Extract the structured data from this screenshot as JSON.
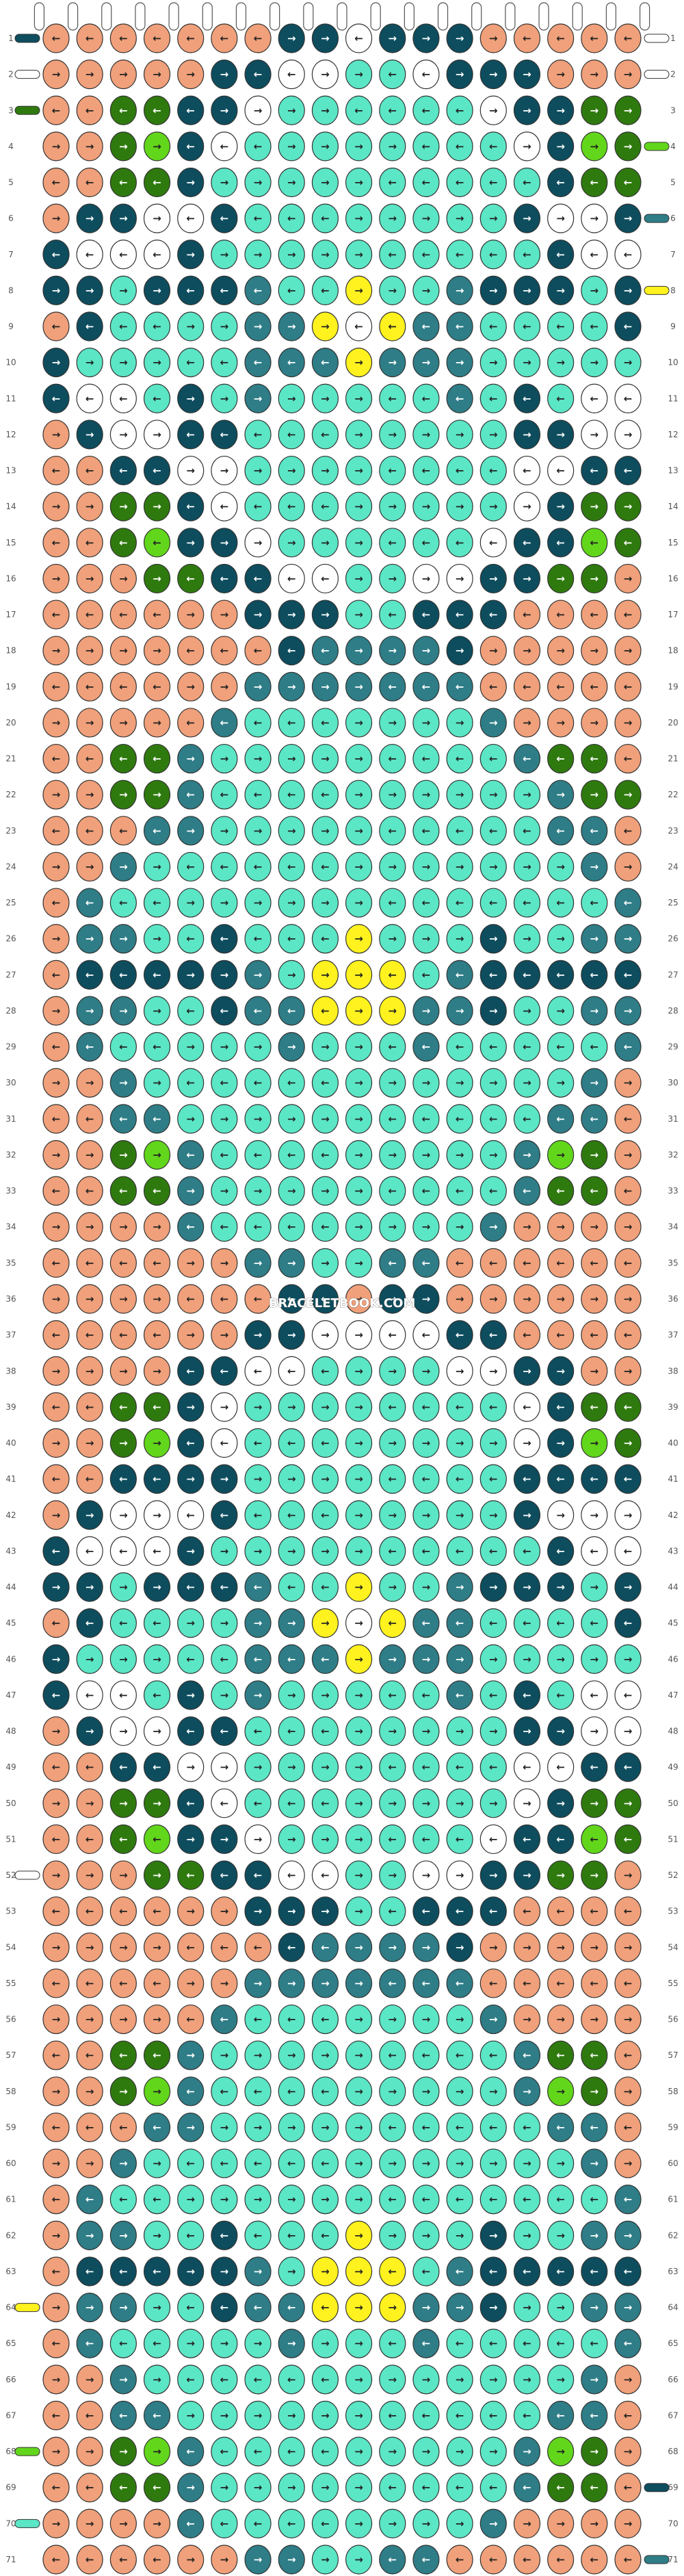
{
  "watermark": "BRACELETBOOK.COM",
  "pattern": {
    "rows": 71,
    "knots_per_row": 18,
    "colors": {
      "A": "#f0a07a",
      "B": "#0d4d5e",
      "C": "#2e7d87",
      "D": "#5be6c6",
      "E": "#ffffff",
      "F": "#2f7a0e",
      "G": "#62d61b",
      "H": "#fff21e"
    },
    "grid": [
      "AAAAAAABBEBBBAAAAA",
      "AAAAABBEEDDEBBBAAA",
      "AAFFBBEDDDDDDEBBFF",
      "AAFGBEDDDDDDDDEBGF",
      "AAFFBDDDDDDDDDDBFF",
      "ABBEEBDDDDDDDDBEEB",
      "BEEEBDDDDDDDDDDBEE",
      "BBDBBBCDDHDDCBBBDB",
      "ABDDDDCCHEHCCDDDDB",
      "BDDDDDCCCHCCCDDDDD",
      "BEEDBDCDDDDDCDBDEE",
      "ABEEBBDDDDDDDDBBEE",
      "AABBEEDDDDDDDDEEBB",
      "AAFFBEDDDDDDDDEBFF",
      "AAFGBBEDDDDDDEBBGF",
      "AAAFFBBEEDDEEBBFFA",
      "AAAAAABBBDDBBBAAAA",
      "AAAAAAABCCCCBAAAAA",
      "AAAAAACCCCCCCAAAAA",
      "AAAAACDDDDDDDCAAAA",
      "AAFFCDDDDDDDDDCFFA",
      "AAFFCDDDDDDDDDDCFF",
      "AAACCDDDDDDDDDDCCA",
      "AACDDDDDDDDDDDDDCA",
      "ACDDDDDDDDDDDDDDDC",
      "ACCDDBDDDHDDDBDDCC",
      "ABBBBBCDHHHDCBBBBB",
      "ACCDDBCCHHHCCBDDCC",
      "ACDDDDDCDDDCDDDDDC",
      "AACDDDDDDDDDDDDDCA",
      "AACCDDDDDDDDDDDCCA",
      "AAFGCDDDDDDDDDCGFA",
      "AAFFCDDDDDDDDDCFFA",
      "AAAACDDDDDDDDCAAAA",
      "AAAAAACCDDCCAAAAAA",
      "AAAAAAABBABBAAAAAA",
      "AAAAAABBEEEEBBAAAA",
      "AAAABBEEDDDDEEBBAA",
      "AAFFBEDDDDDDDDEBFF",
      "AAFGBEDDDDDDDDEBGF",
      "AABBBBDDDDDDDDBBBB",
      "ABEEEBDDDDDDDDBEEE",
      "BEEEBDDDDDDDDDDBEE",
      "BBDBBBCDDHDDCBBBDB",
      "ABDDDDCCHEHCCDDDDB",
      "BDDDDDCCCHCCCDDDDD",
      "BEEDBDCDDDDDCDBDEE",
      "ABEEBBDDDDDDDDBBEE",
      "AABBEEDDDDDDDDEEBB",
      "AAFFBEDDDDDDDDEBFF",
      "AAFGBBEDDDDDDEBBGF",
      "AAAFFBBEEDDEEBBFFA",
      "AAAAAABBBDDBBBAAAA",
      "AAAAAAABCCCCBAAAAA",
      "AAAAAACCCCCCCAAAAA",
      "AAAAACDDDDDDDCAAAA",
      "AAFFCDDDDDDDDDCFFA",
      "AAFGCDDDDDDDDDCGFA",
      "AAACCDDDDDDDDDDCCA",
      "AACDDDDDDDDDDDDDCA",
      "ACDDDDDDDDDDDDDDDC",
      "ACCDDBDDDHDDDBDDCC",
      "ABBBBBCDHHHDCBBBBB",
      "ACCDDBCCHHHCCBDDCC",
      "ACDDDDDCDDDCDDDDDC",
      "AACDDDDDDDDDDDDDCA",
      "AACCDDDDDDDDDDDCCA",
      "AAFGCDDDDDDDDDCGFA",
      "AAFFCDDDDDDDDDCFFA",
      "AAAACDDDDDDDDCAAAA",
      "AAAAAACCDDCCAAAAAA"
    ],
    "arrows": [
      "LLLLLLLRRLRRRRLLLL",
      "RRRRRRLLRRLLRRRRRR",
      "LLLLLRRRRLLLLRRRRR",
      "RRRRLLLRRRRLLLRRRR",
      "LLLLRRRRRRLLLLLLLL",
      "RRRRLLLLLRRRRRRRRR",
      "LLLLRRRRRRLLLLLLLL",
      "RRRRLLLLLRRRRRRRRR",
      "LLLLRRRRRLLLLLLLLL",
      "RRRRLLLLLRRRRRRRRR",
      "LLLLRRRRRRLLLLLLLL",
      "RRRRLLLLLRRRRRRRRR",
      "LLLLRRRRRRLLLLLLLL",
      "RRRRLLLLLRRRRRRRRR",
      "LLLLRRRRRRLLLLLLLL",
      "RRRRLLLLLRRRRRRRRR",
      "LLLLRRRRRRLLLLLLLL",
      "RRRRLLLLLRRRRRRRRR",
      "LLLLRRRRRRLLLLLLLL",
      "RRRRLLLLLRRRRRRRRR",
      "LLLLRRRRRRLLLLLLLL",
      "RRRRLLLLLRRRRRRRRR",
      "LLLLRRRRRRLLLLLLLL",
      "RRRRLLLLLRRRRRRRRR",
      "LLLLRRRRRRLLLLLLLL",
      "RRRRLLLLLRRRRRRRRR",
      "LLLLRRRRRRLLLLLLLL",
      "RRRRLLLLLRRRRRRRRR",
      "LLLLRRRRRRLLLLLLLL",
      "RRRRLLLLLRRRRRRRRR",
      "LLLLRRRRRRLLLLLLLL",
      "RRRRLLLLLRRRRRRRRR",
      "LLLLRRRRRRLLLLLLLL",
      "RRRRLLLLLRRRRRRRRR",
      "LLLLRRRRRRLLLLLLLL",
      "RRRRLLLLLRRRRRRRRR",
      "LLLLRRRRRRLLLLLLLL",
      "RRRRLLLLLRRRRRRRRR",
      "LLLLRRRRRRLLLLLLLL",
      "RRRRLLLLLRRRRRRRRR",
      "LLLLRRRRRRLLLLLLLL",
      "RRRRLLLLLRRRRRRRRR",
      "LLLLRRRRRRLLLLLLLL",
      "RRRRLLLLLRRRRRRRRR",
      "LLLLRRRRRRLLLLLLLL",
      "RRRRLLLLLRRRRRRRRR",
      "LLLLRRRRRRLLLLLLLL",
      "RRRRLLLLLRRRRRRRRR",
      "LLLLRRRRRRLLLLLLLL",
      "RRRRLLLLLRRRRRRRRR",
      "LLLLRRRRRRLLLLLLLL",
      "RRRRLLLLLRRRRRRRRR",
      "LLLLRRRRRRLLLLLLLL",
      "RRRRLLLLLRRRRRRRRR",
      "LLLLRRRRRRLLLLLLLL",
      "RRRRLLLLLRRRRRRRRR",
      "LLLLRRRRRRLLLLLLLL",
      "RRRRLLLLLRRRRRRRRR",
      "LLLLRRRRRRLLLLLLLL",
      "RRRRLLLLLRRRRRRRRR",
      "LLLLRRRRRRLLLLLLLL",
      "RRRRLLLLLRRRRRRRRR",
      "LLLLRRRRRRLLLLLLLL",
      "RRRRLLLLLRRRRRRRRR",
      "LLLLRRRRRRLLLLLLLL",
      "RRRRLLLLLRRRRRRRRR",
      "LLLLRRRRRRLLLLLLLL",
      "RRRRLLLLLRRRRRRRRR",
      "LLLLRRRRRRLLLLLLLL",
      "RRRRLLLLLRRRRRRRRR",
      "LLLLRRRRRRLLLLLLLL"
    ],
    "left_threads": [
      "B",
      "E",
      "F",
      "A",
      "A",
      "A",
      "A",
      "A",
      "A",
      "A",
      "A",
      "A",
      "A",
      "A",
      "A",
      "A",
      "A",
      "A",
      "A",
      "A",
      "A",
      "A",
      "A",
      "A",
      "A",
      "A",
      "A",
      "A",
      "A",
      "A",
      "A",
      "A",
      "A",
      "A",
      "A",
      "A",
      "A",
      "A",
      "A",
      "A",
      "A",
      "A",
      "A",
      "A",
      "A",
      "A",
      "A",
      "A",
      "A",
      "A",
      "A",
      "E",
      "A",
      "A",
      "A",
      "A",
      "A",
      "A",
      "A",
      "A",
      "A",
      "A",
      "A",
      "H",
      "A",
      "A",
      "A",
      "G",
      "A",
      "D",
      "A"
    ],
    "right_threads": [
      "E",
      "E",
      "A",
      "G",
      "A",
      "C",
      "A",
      "H",
      "A",
      "A",
      "A",
      "A",
      "A",
      "A",
      "A",
      "A",
      "A",
      "A",
      "A",
      "A",
      "A",
      "A",
      "A",
      "A",
      "A",
      "A",
      "A",
      "A",
      "A",
      "A",
      "A",
      "A",
      "A",
      "A",
      "A",
      "A",
      "A",
      "A",
      "A",
      "A",
      "A",
      "A",
      "A",
      "A",
      "A",
      "A",
      "A",
      "A",
      "A",
      "A",
      "A",
      "A",
      "A",
      "A",
      "A",
      "A",
      "A",
      "A",
      "A",
      "A",
      "A",
      "A",
      "A",
      "A",
      "A",
      "A",
      "A",
      "A",
      "B",
      "A",
      "C"
    ]
  }
}
